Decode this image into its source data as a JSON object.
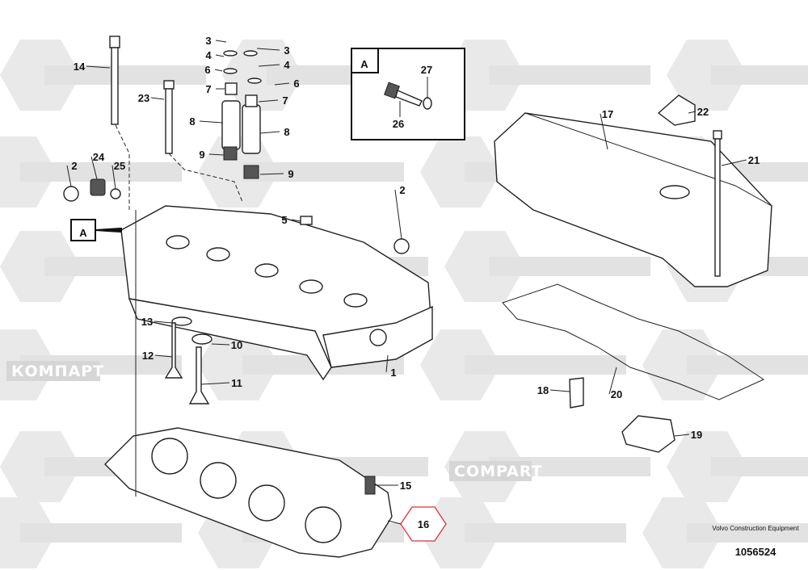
{
  "watermark": [
    "COMPART",
    "КОМПАРТ"
  ],
  "inset": {
    "title": "A",
    "labels": [
      "27",
      "26"
    ]
  },
  "view_marker": "A",
  "callouts": {
    "c3a": "3",
    "c3b": "3",
    "c4a": "4",
    "c4b": "4",
    "c6a": "6",
    "c6b": "6",
    "c7a": "7",
    "c7b": "7",
    "c8a": "8",
    "c8b": "8",
    "c9a": "9",
    "c9b": "9",
    "c14": "14",
    "c23": "23",
    "c2a": "2",
    "c24": "24",
    "c25": "25",
    "c5": "5",
    "c2b": "2",
    "c13": "13",
    "c12": "12",
    "c10": "10",
    "c11": "11",
    "c1": "1",
    "c15": "15",
    "c16": "16",
    "c17": "17",
    "c22": "22",
    "c21": "21",
    "c18": "18",
    "c20": "20",
    "c19": "19"
  },
  "highlight_color": "#e0303a",
  "footer": {
    "brand": "Volvo Construction Equipment",
    "part_number": "1056524"
  }
}
